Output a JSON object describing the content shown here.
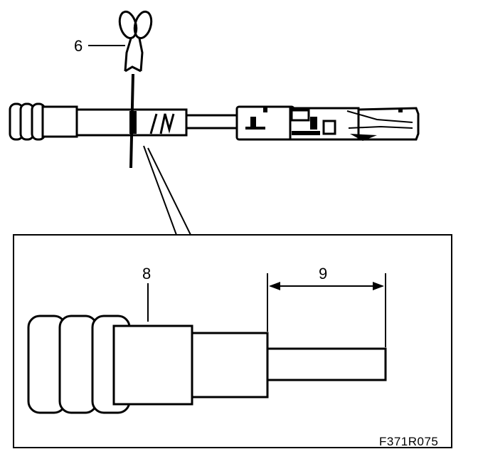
{
  "callouts": {
    "clip": "6",
    "seal": "8",
    "strip_length": "9"
  },
  "figure_code": "F371R075"
}
